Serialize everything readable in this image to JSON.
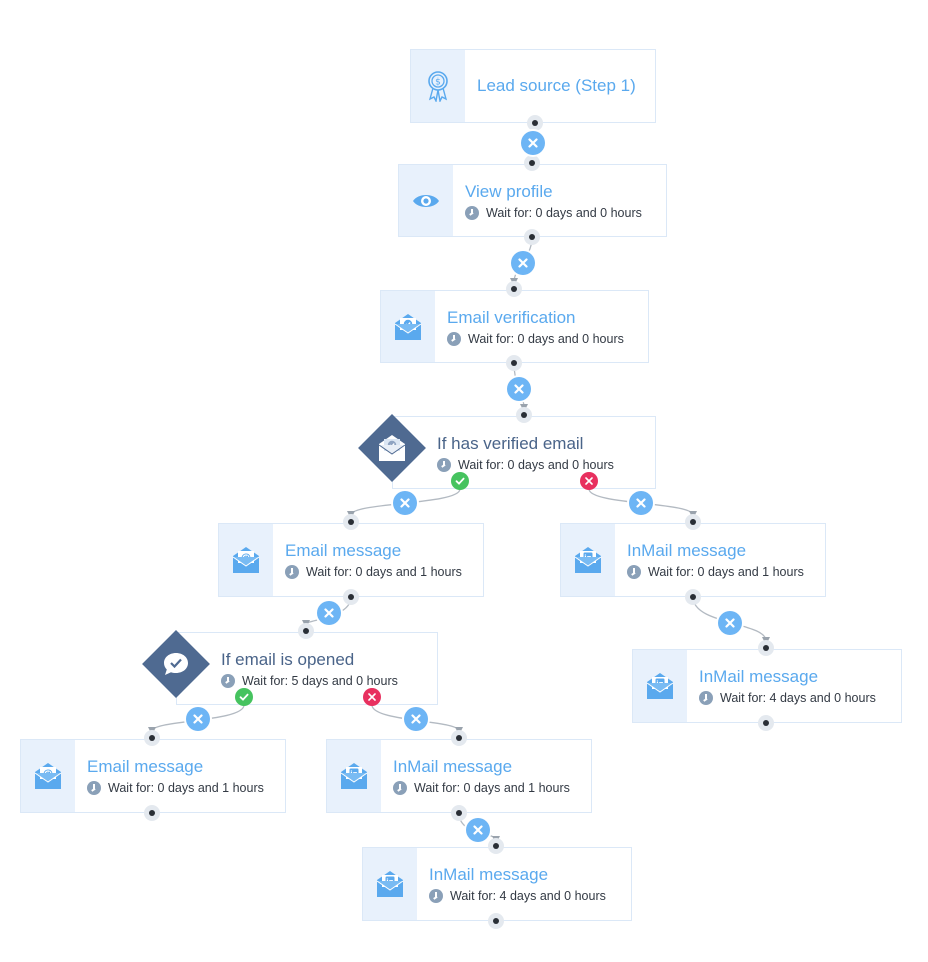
{
  "colors": {
    "accent": "#5aa9ee",
    "condition": "#4f6a91",
    "yes": "#46c35f",
    "no": "#e8305f",
    "connector": "#9aa3ad"
  },
  "nodes": {
    "lead_source": {
      "title": "Lead source (Step 1)",
      "icon": "award-ribbon-icon"
    },
    "view_profile": {
      "title": "View profile",
      "wait": "Wait for: 0 days and 0 hours",
      "icon": "eye-icon"
    },
    "email_verification": {
      "title": "Email verification",
      "wait": "Wait for: 0 days and 0 hours",
      "icon": "envelope-check-icon"
    },
    "if_verified": {
      "title": "If has verified email",
      "wait": "Wait for: 0 days and 0 hours",
      "icon": "envelope-check-icon"
    },
    "email_message_1": {
      "title": "Email message",
      "wait": "Wait for: 0 days and 1 hours",
      "icon": "envelope-at-icon"
    },
    "inmail_1": {
      "title": "InMail message",
      "wait": "Wait for: 0 days and 1 hours",
      "icon": "envelope-linkedin-icon"
    },
    "inmail_2": {
      "title": "InMail message",
      "wait": "Wait for: 4 days and 0 hours",
      "icon": "envelope-linkedin-icon"
    },
    "if_opened": {
      "title": "If email is opened",
      "wait": "Wait for: 5 days and 0 hours",
      "icon": "chat-check-icon"
    },
    "email_message_2": {
      "title": "Email message",
      "wait": "Wait for: 0 days and 1 hours",
      "icon": "envelope-at-icon"
    },
    "inmail_3": {
      "title": "InMail message",
      "wait": "Wait for: 0 days and 1 hours",
      "icon": "envelope-linkedin-icon"
    },
    "inmail_4": {
      "title": "InMail message",
      "wait": "Wait for: 4 days and 0 hours",
      "icon": "envelope-linkedin-icon"
    }
  }
}
